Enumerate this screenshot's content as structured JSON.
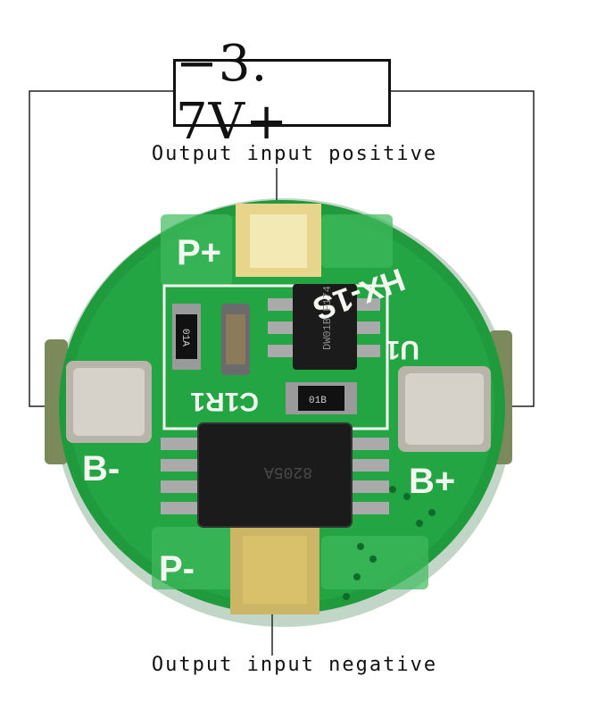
{
  "voltage_label": "−3. 7V+",
  "caption_top": "Output input positive",
  "caption_bottom": "Output input negative",
  "silkscreen": {
    "p_plus": "P+",
    "p_minus": "P-",
    "b_plus": "B+",
    "b_minus": "B-",
    "model": "HX-1S",
    "u1": "U1",
    "c1r1": "C1R1",
    "chip_small": "DW01B F174",
    "resistor": "01A",
    "cap": "01B",
    "chip_large": "8205A"
  },
  "colors": {
    "pcb_green": "#1f9a3c",
    "pad_gold": "#d9c06a",
    "contact_silver": "#cfcbc2",
    "chip_black": "#1b1b1b"
  }
}
